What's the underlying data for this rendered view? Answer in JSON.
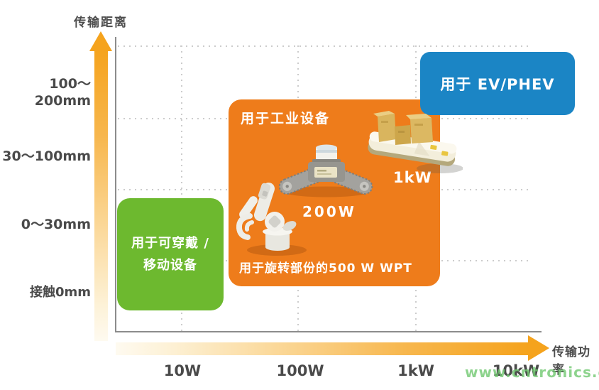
{
  "axes": {
    "y_title": "传输距离",
    "x_title": "传输功率",
    "y_ticks": [
      "100～200mm",
      "30～100mm",
      "0～30mm",
      "接触0mm"
    ],
    "x_ticks": [
      "10W",
      "100W",
      "1kW",
      "10kW"
    ]
  },
  "regions": {
    "wearable": {
      "label_line1": "用于可穿戴 /",
      "label_line2": "移动设备",
      "color": "#6db92f"
    },
    "industrial": {
      "label": "用于工业设备",
      "robot_power": "200W",
      "agv_power": "1kW",
      "note": "用于旋转部份的500 W WPT",
      "color": "#ee7c1b"
    },
    "ev": {
      "label": "用于 EV/PHEV",
      "color": "#1b85c5"
    }
  },
  "illustrations": {
    "robot_arm": "robot-arm",
    "tracked_robot": "tracked-crawler-robot",
    "agv": "agv-cart-with-boxes"
  },
  "watermark": "www.cntronics.com",
  "chart_data": {
    "type": "area",
    "title": "",
    "xlabel": "传输功率",
    "ylabel": "传输距离",
    "x_ticks": [
      "10W",
      "100W",
      "1kW",
      "10kW"
    ],
    "y_ticks": [
      "接触0mm",
      "0～30mm",
      "30～100mm",
      "100～200mm"
    ],
    "grid": true,
    "legend": "none",
    "regions": [
      {
        "name": "用于可穿戴 / 移动设备",
        "color": "#6db92f",
        "x_range": [
          "<10W",
          "10W"
        ],
        "y_range": [
          "接触0mm",
          "0～30mm"
        ]
      },
      {
        "name": "用于工业设备",
        "color": "#ee7c1b",
        "x_range": [
          "10W",
          "1kW"
        ],
        "y_range": [
          "接触0mm",
          "30～100mm"
        ],
        "annotations": [
          "200W",
          "1kW",
          "用于旋转部份的500 W WPT"
        ]
      },
      {
        "name": "用于 EV/PHEV",
        "color": "#1b85c5",
        "x_range": [
          "1kW",
          "10kW"
        ],
        "y_range": [
          "100～200mm",
          "100～200mm"
        ]
      }
    ]
  }
}
